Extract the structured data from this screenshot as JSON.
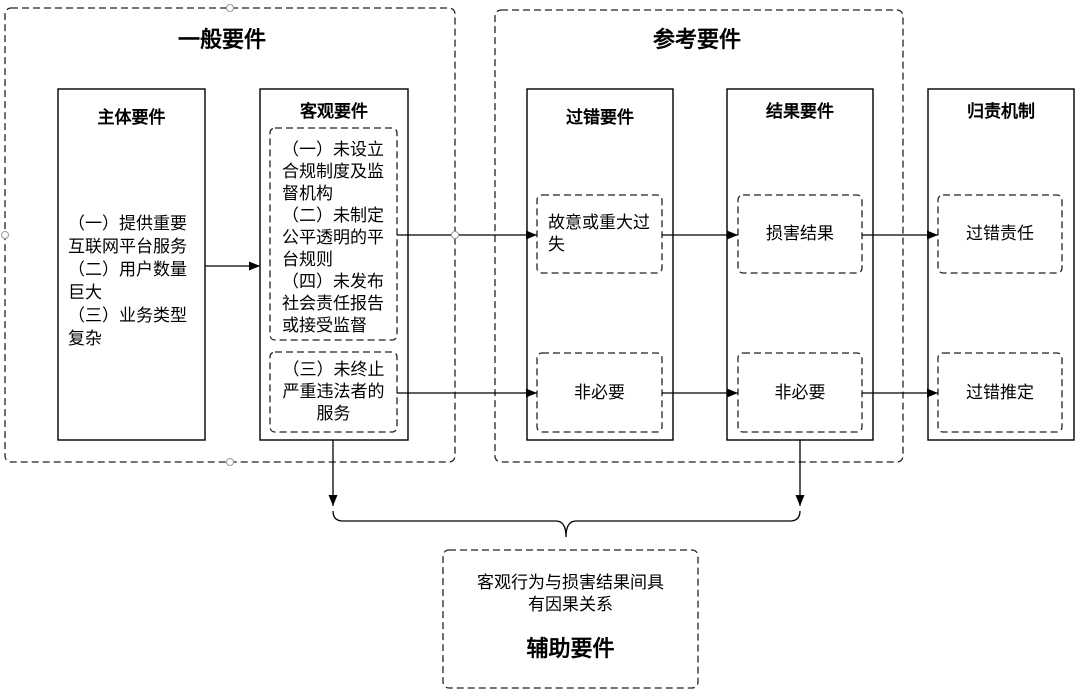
{
  "groups": {
    "general": {
      "title": "一般要件"
    },
    "reference": {
      "title": "参考要件"
    }
  },
  "subject": {
    "title": "主体要件",
    "items": [
      "（一）提供重要互联网平台服务",
      "（二）用户数量巨大",
      "（三）业务类型复杂"
    ]
  },
  "objective": {
    "title": "客观要件",
    "group_a": [
      "（一）未设立合规制度及监督机构",
      "（二）未制定公平透明的平台规则",
      "（四）未发布社会责任报告或接受监督"
    ],
    "group_b": [
      "（三）未终止严重违法者的服务"
    ]
  },
  "fault": {
    "title": "过错要件",
    "upper": "故意或重大过失",
    "lower": "非必要"
  },
  "result": {
    "title": "结果要件",
    "upper": "损害结果",
    "lower": "非必要"
  },
  "liability": {
    "title": "归责机制",
    "upper": "过错责任",
    "lower": "过错推定"
  },
  "auxiliary": {
    "text": "客观行为与损害结果间具有因果关系",
    "title": "辅助要件"
  },
  "colors": {
    "stroke": "#000000",
    "dash": "#222222",
    "handle": "#999999",
    "background": "#ffffff"
  }
}
